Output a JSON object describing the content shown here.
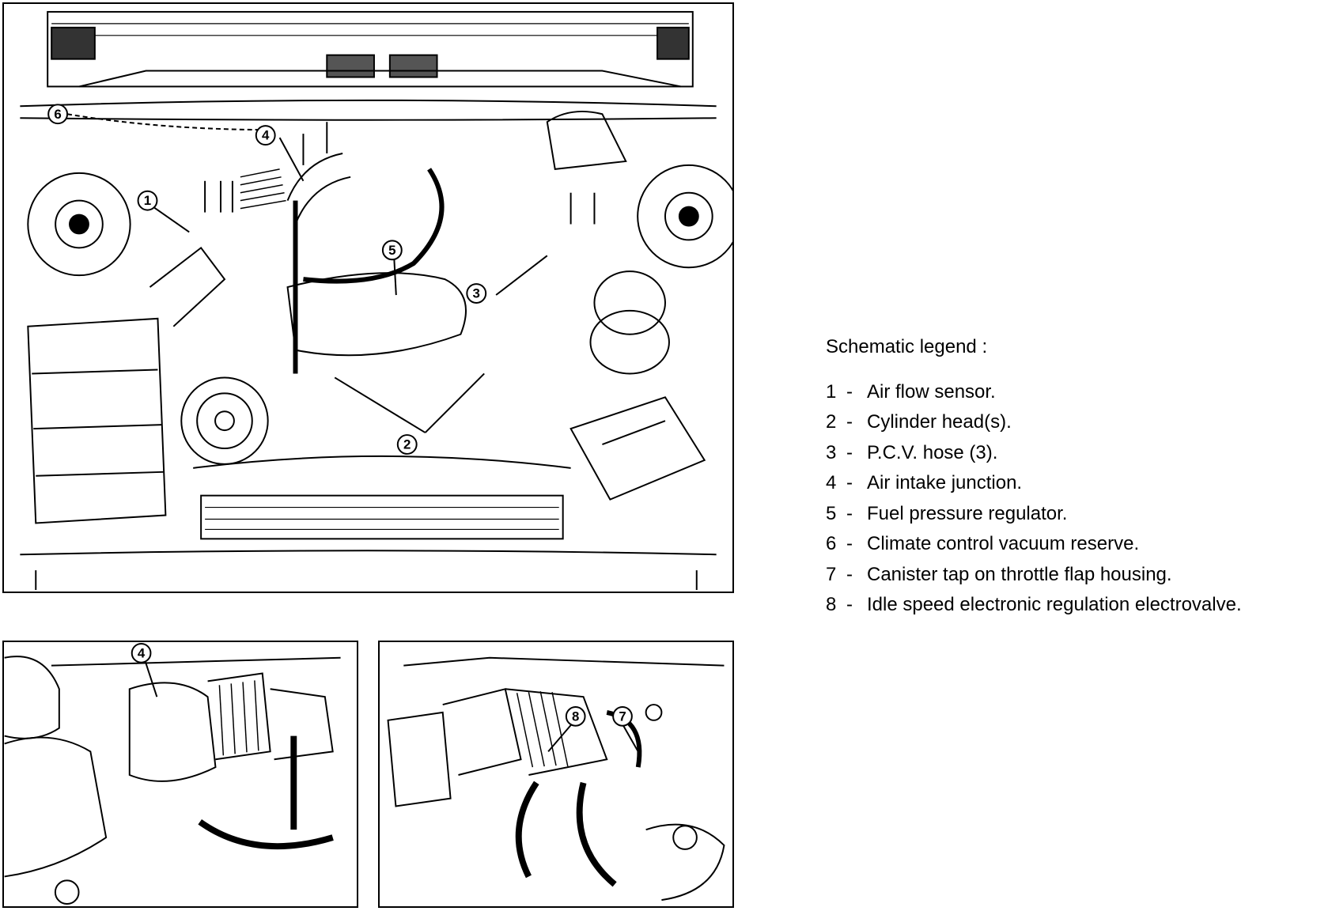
{
  "legend": {
    "title": "Schematic legend :",
    "items": [
      {
        "num": "1",
        "text": "Air flow sensor."
      },
      {
        "num": "2",
        "text": "Cylinder head(s)."
      },
      {
        "num": "3",
        "text": "P.C.V. hose (3)."
      },
      {
        "num": "4",
        "text": "Air intake junction."
      },
      {
        "num": "5",
        "text": "Fuel pressure regulator."
      },
      {
        "num": "6",
        "text": "Climate control vacuum reserve."
      },
      {
        "num": "7",
        "text": "Canister tap on throttle flap housing."
      },
      {
        "num": "8",
        "text": "Idle speed electronic regulation electrovalve."
      }
    ],
    "separator": "-"
  },
  "callouts": {
    "main": [
      "6",
      "4",
      "1",
      "5",
      "3",
      "2"
    ],
    "bottom_left": [
      "4"
    ],
    "bottom_right": [
      "8",
      "7"
    ]
  }
}
